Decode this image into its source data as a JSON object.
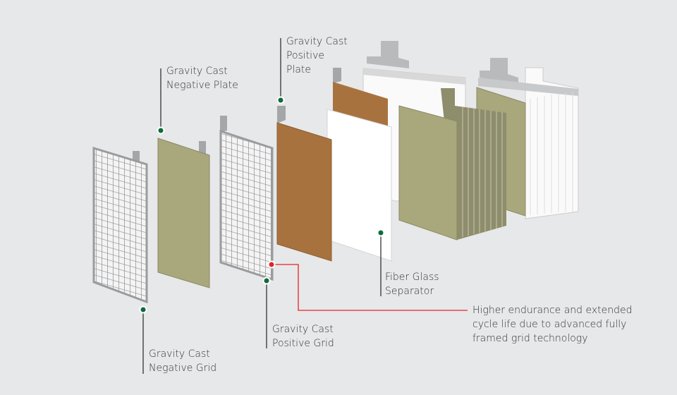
{
  "labels": {
    "negative_plate": "Gravity Cast\nNegative Plate",
    "positive_plate": "Gravity Cast\nPositive\nPlate",
    "separator": "Fiber Glass\nSeparator",
    "positive_grid": "Gravity Cast\nPositive Grid",
    "negative_grid": "Gravity Cast\nNegative Grid",
    "highlight": "Higher endurance and extended\ncycle life due to advanced fully\nframed grid technology"
  },
  "colors": {
    "background": "#e7e8e9",
    "marker_green": "#0f6a3c",
    "marker_red": "#e0262a",
    "positive_plate": "#a8723f",
    "negative_plate": "#a9a77c",
    "grid": "#9a9b9d"
  }
}
